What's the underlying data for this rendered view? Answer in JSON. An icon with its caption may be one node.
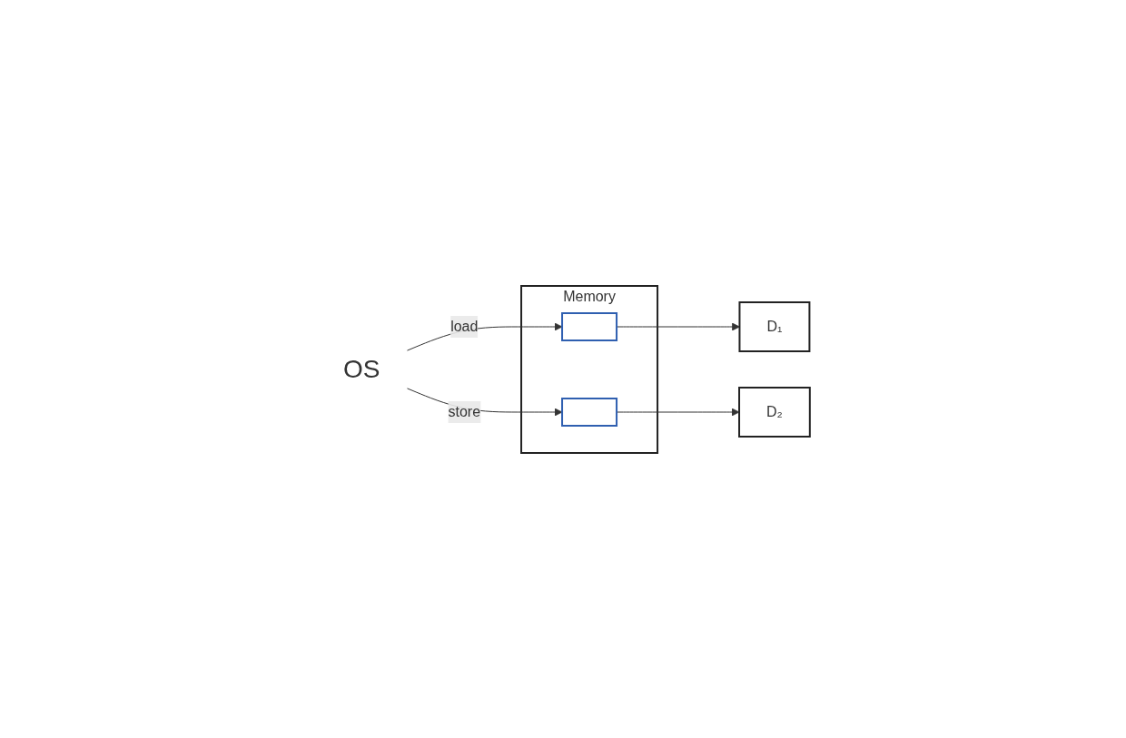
{
  "diagram": {
    "nodes": [
      {
        "text": [
          "Memory"
        ]
      },
      {
        "text": [],
        "shape": "box",
        "in": 0
      },
      {
        "text": [],
        "shape": "box",
        "in": 0
      },
      {
        "text": [
          "D₁"
        ]
      },
      {
        "text": [
          "D₂"
        ]
      },
      {
        "text": [
          "OS"
        ]
      }
    ],
    "edges": [
      {
        "from": 5,
        "to": 1,
        "arrow": "to",
        "label": "load"
      },
      {
        "from": 5,
        "to": 2,
        "arrow": "to",
        "label": "store"
      },
      {
        "from": 1,
        "to": 3,
        "arrow": "to"
      },
      {
        "from": 2,
        "to": 4,
        "arrow": "to"
      }
    ]
  }
}
